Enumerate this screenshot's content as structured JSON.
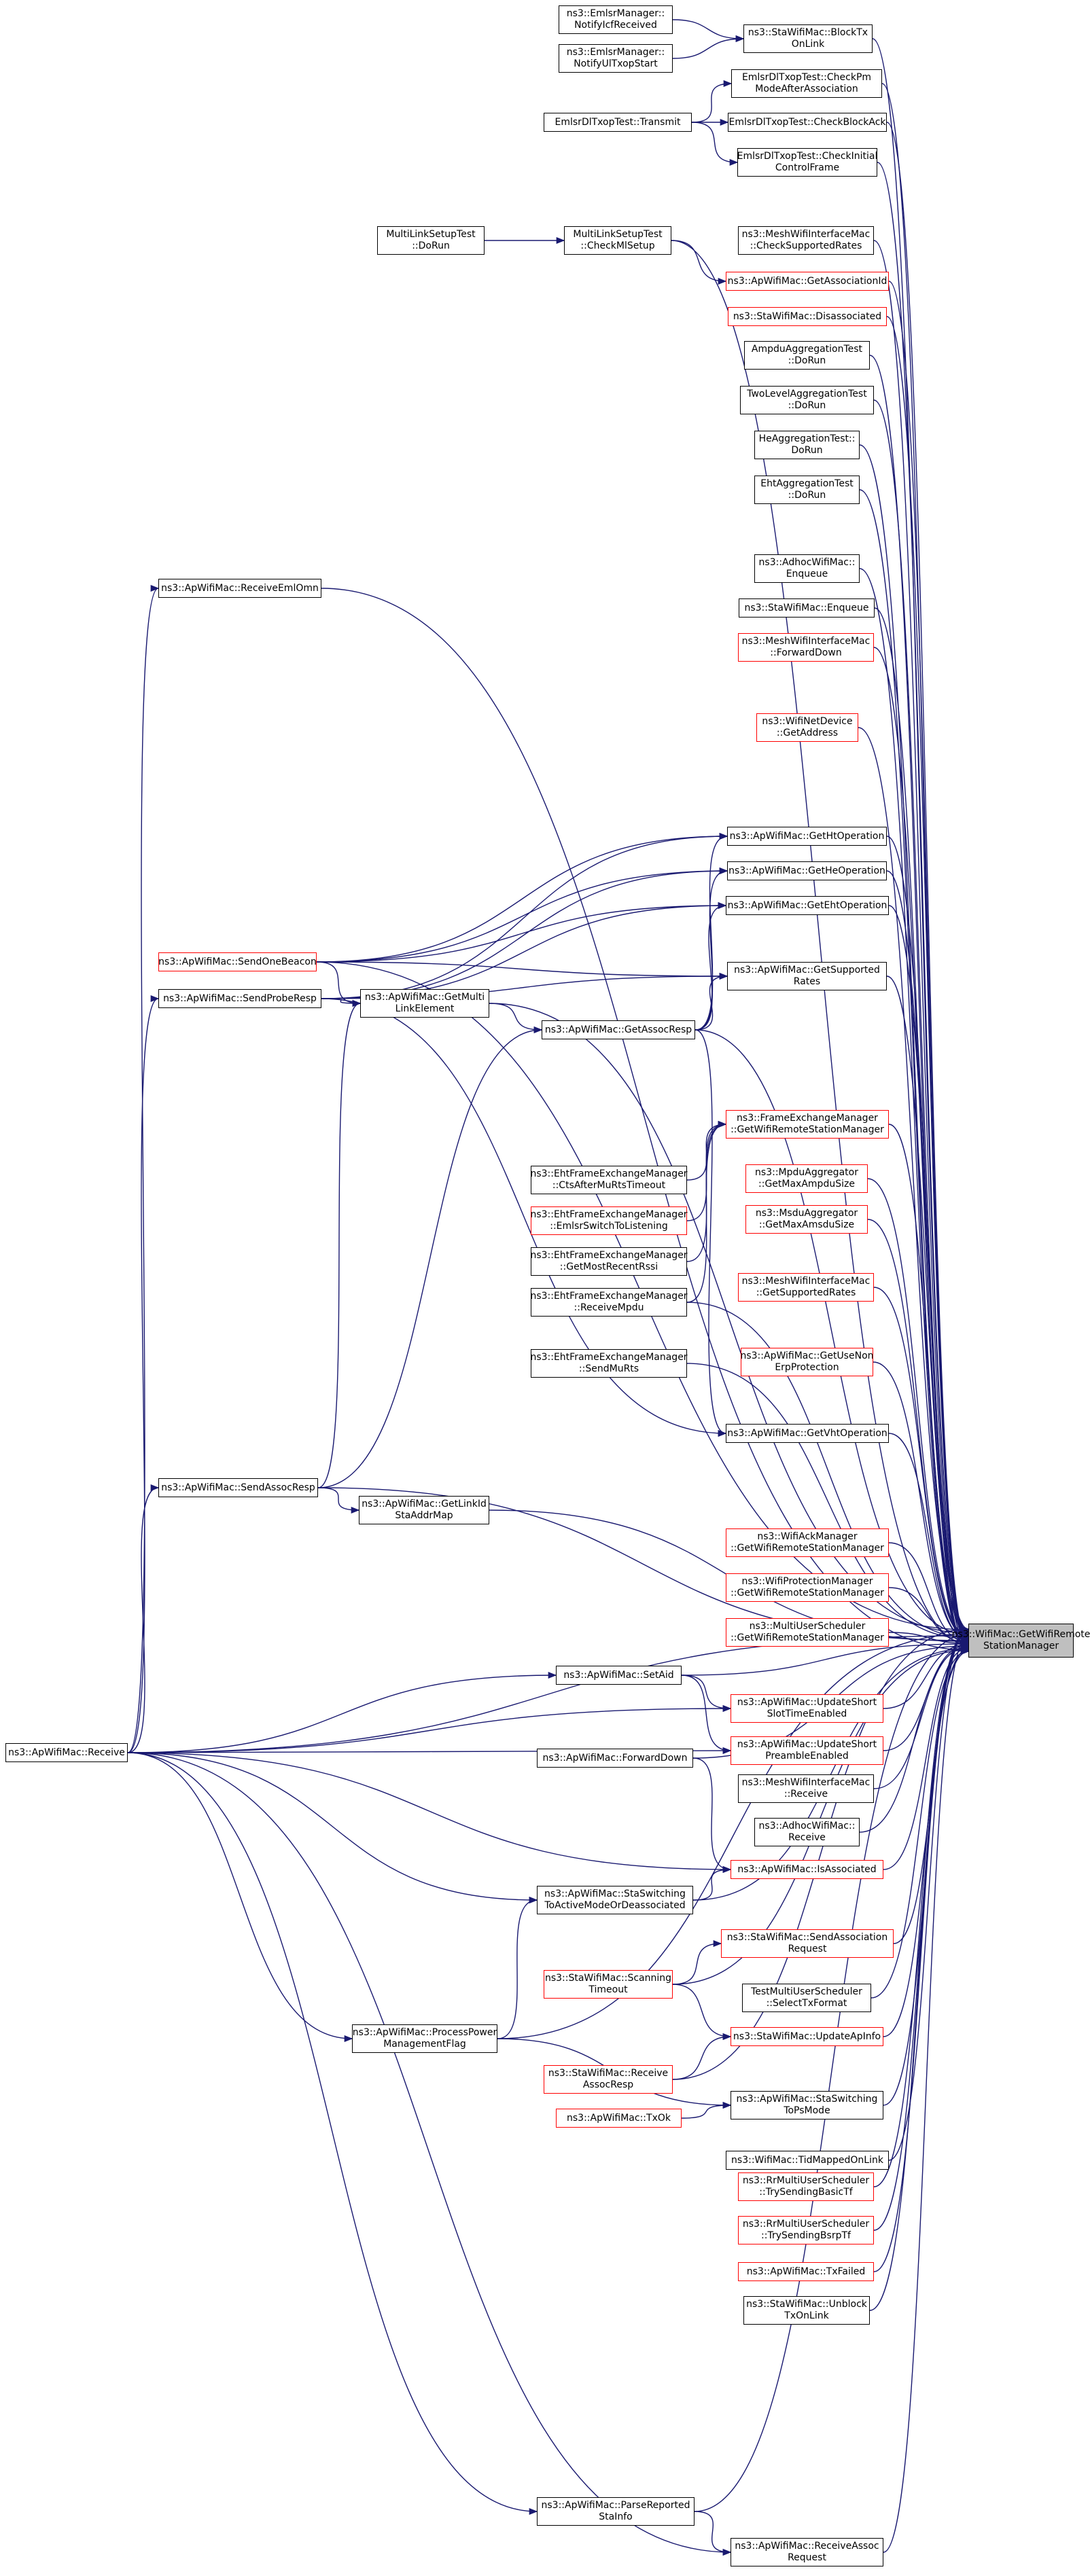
{
  "colors": {
    "edge": "#191970",
    "ref_border": "#000000",
    "missing_border": "#ff0000",
    "root_fill": "#bfbfbf"
  },
  "nodes": {
    "root": "ns3::WifiMac::GetWifiRemote\nStationManager",
    "emlsr_notify_icf": "ns3::EmlsrManager::\nNotifyIcfReceived",
    "emlsr_notify_ul": "ns3::EmlsrManager::\nNotifyUlTxopStart",
    "sta_block_tx": "ns3::StaWifiMac::BlockTx\nOnLink",
    "emlsr_check_pm": "EmlsrDlTxopTest::CheckPm\nModeAfterAssociation",
    "emlsr_transmit": "EmlsrDlTxopTest::Transmit",
    "emlsr_check_block_ack": "EmlsrDlTxopTest::CheckBlockAck",
    "emlsr_check_initial": "EmlsrDlTxopTest::CheckInitial\nControlFrame",
    "mls_dorun": "MultiLinkSetupTest\n::DoRun",
    "mls_check": "MultiLinkSetupTest\n::CheckMlSetup",
    "mesh_check_rates": "ns3::MeshWifiInterfaceMac\n::CheckSupportedRates",
    "ap_get_assoc_id": "ns3::ApWifiMac::GetAssociationId",
    "sta_disassociated": "ns3::StaWifiMac::Disassociated",
    "ampdu_test": "AmpduAggregationTest\n::DoRun",
    "twolevel_test": "TwoLevelAggregationTest\n::DoRun",
    "he_agg_test": "HeAggregationTest::\nDoRun",
    "eht_agg_test": "EhtAggregationTest\n::DoRun",
    "ap_receive_emlomn": "ns3::ApWifiMac::ReceiveEmlOmn",
    "adhoc_enqueue": "ns3::AdhocWifiMac::\nEnqueue",
    "sta_enqueue": "ns3::StaWifiMac::Enqueue",
    "mesh_forward_down": "ns3::MeshWifiInterfaceMac\n::ForwardDown",
    "netdevice_get_address": "ns3::WifiNetDevice\n::GetAddress",
    "ap_get_ht_op": "ns3::ApWifiMac::GetHtOperation",
    "ap_get_he_op": "ns3::ApWifiMac::GetHeOperation",
    "ap_get_eht_op": "ns3::ApWifiMac::GetEhtOperation",
    "ap_send_one_beacon": "ns3::ApWifiMac::SendOneBeacon",
    "ap_send_probe_resp": "ns3::ApWifiMac::SendProbeResp",
    "ap_get_multilink": "ns3::ApWifiMac::GetMulti\nLinkElement",
    "ap_get_assoc_resp": "ns3::ApWifiMac::GetAssocResp",
    "ap_get_supported_rates": "ns3::ApWifiMac::GetSupported\nRates",
    "fem_get_wrsm": "ns3::FrameExchangeManager\n::GetWifiRemoteStationManager",
    "eht_cts_after_mu": "ns3::EhtFrameExchangeManager\n::CtsAfterMuRtsTimeout",
    "eht_emlsr_switch": "ns3::EhtFrameExchangeManager\n::EmlsrSwitchToListening",
    "mpdu_agg": "ns3::MpduAggregator\n::GetMaxAmpduSize",
    "eht_get_rssi": "ns3::EhtFrameExchangeManager\n::GetMostRecentRssi",
    "msdu_agg": "ns3::MsduAggregator\n::GetMaxAmsduSize",
    "eht_receive_mpdu": "ns3::EhtFrameExchangeManager\n::ReceiveMpdu",
    "mesh_get_rates": "ns3::MeshWifiInterfaceMac\n::GetSupportedRates",
    "eht_send_murts": "ns3::EhtFrameExchangeManager\n::SendMuRts",
    "ap_get_use_non_erp": "ns3::ApWifiMac::GetUseNon\nErpProtection",
    "ap_get_vht_op": "ns3::ApWifiMac::GetVhtOperation",
    "ap_send_assoc_resp": "ns3::ApWifiMac::SendAssocResp",
    "ap_get_linkid": "ns3::ApWifiMac::GetLinkId\nStaAddrMap",
    "ack_mgr": "ns3::WifiAckManager\n::GetWifiRemoteStationManager",
    "prot_mgr": "ns3::WifiProtectionManager\n::GetWifiRemoteStationManager",
    "mu_sched": "ns3::MultiUserScheduler\n::GetWifiRemoteStationManager",
    "ap_set_aid": "ns3::ApWifiMac::SetAid",
    "ap_update_short_slot": "ns3::ApWifiMac::UpdateShort\nSlotTimeEnabled",
    "ap_receive": "ns3::ApWifiMac::Receive",
    "ap_update_short_preamble": "ns3::ApWifiMac::UpdateShort\nPreambleEnabled",
    "ap_forward_down": "ns3::ApWifiMac::ForwardDown",
    "mesh_receive": "ns3::MeshWifiInterfaceMac\n::Receive",
    "adhoc_receive": "ns3::AdhocWifiMac::\nReceive",
    "ap_is_associated": "ns3::ApWifiMac::IsAssociated",
    "ap_sta_switching": "ns3::ApWifiMac::StaSwitching\nToActiveModeOrDeassociated",
    "sta_send_assoc_req": "ns3::StaWifiMac::SendAssociation\nRequest",
    "sta_scanning_timeout": "ns3::StaWifiMac::Scanning\nTimeout",
    "test_mu_sched": "TestMultiUserScheduler\n::SelectTxFormat",
    "ap_process_pm": "ns3::ApWifiMac::ProcessPower\nManagementFlag",
    "sta_update_apinfo": "ns3::StaWifiMac::UpdateApInfo",
    "sta_receive_assoc_resp": "ns3::StaWifiMac::Receive\nAssocResp",
    "ap_sta_switching_ps": "ns3::ApWifiMac::StaSwitching\nToPsMode",
    "ap_tx_ok": "ns3::ApWifiMac::TxOk",
    "wifimac_tid_mapped": "ns3::WifiMac::TidMappedOnLink",
    "rr_basic_tf": "ns3::RrMultiUserScheduler\n::TrySendingBasicTf",
    "rr_bsrp_tf": "ns3::RrMultiUserScheduler\n::TrySendingBsrpTf",
    "ap_tx_failed": "ns3::ApWifiMac::TxFailed",
    "sta_unblock_tx": "ns3::StaWifiMac::Unblock\nTxOnLink",
    "ap_parse_reported": "ns3::ApWifiMac::ParseReported\nStaInfo",
    "ap_receive_assoc_req": "ns3::ApWifiMac::ReceiveAssoc\nRequest"
  }
}
